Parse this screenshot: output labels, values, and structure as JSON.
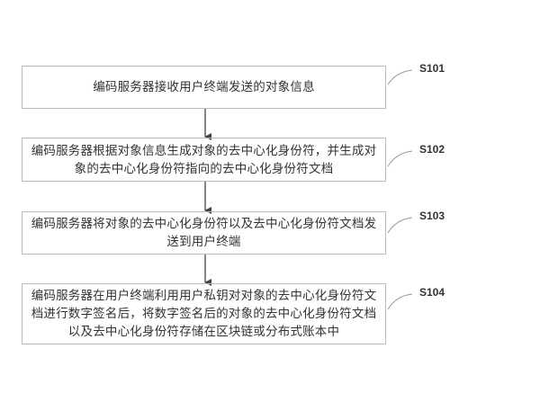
{
  "steps": [
    {
      "id": "S101",
      "text": "编码服务器接收用户终端发送的对象信息"
    },
    {
      "id": "S102",
      "text": "编码服务器根据对象信息生成对象的去中心化身份符，并生成对象的去中心化身份符指向的去中心化身份符文档"
    },
    {
      "id": "S103",
      "text": "编码服务器将对象的去中心化身份符以及去中心化身份符文档发送到用户终端"
    },
    {
      "id": "S104",
      "text": "编码服务器在用户终端利用用户私钥对对象的去中心化身份符文档进行数字签名后，将数字签名后的对象的去中心化身份符文档以及去中心化身份符存储在区块链或分布式账本中"
    }
  ]
}
